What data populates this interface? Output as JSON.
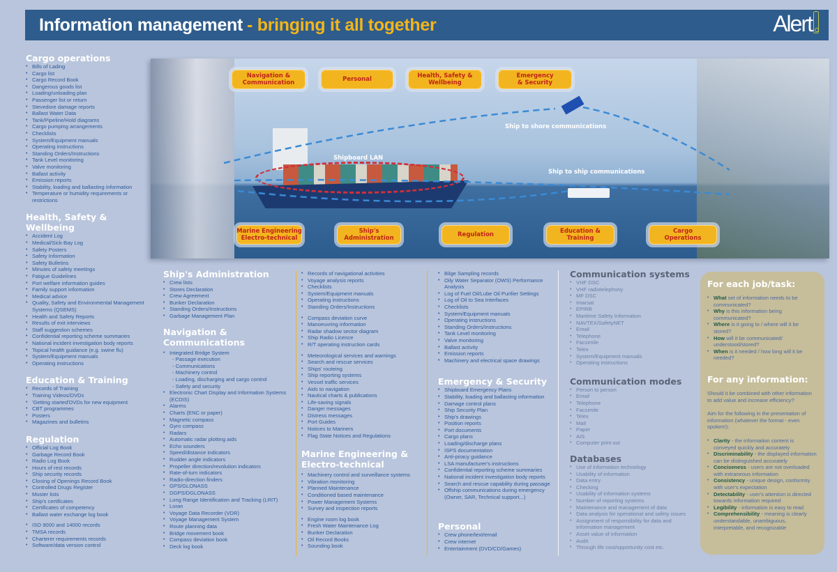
{
  "header": {
    "title": "Information management",
    "subtitle": "- bringing it all together",
    "logo": "Alert",
    "colors": {
      "banner": "#2e5c8c",
      "accent": "#f3b51a",
      "background": "#b9c5dc"
    }
  },
  "diagram": {
    "top_bubbles": [
      {
        "label": "Navigation &\nCommunication"
      },
      {
        "label": "Personal"
      },
      {
        "label": "Health, Safety &\nWellbeing"
      },
      {
        "label": "Emergency\n& Security"
      }
    ],
    "bottom_bubbles": [
      {
        "label": "Marine Engineering\nElectro-technical"
      },
      {
        "label": "Ship's\nAdministration"
      },
      {
        "label": "Regulation"
      },
      {
        "label": "Education &\nTraining"
      },
      {
        "label": "Cargo\nOperations"
      }
    ],
    "labels": {
      "lan": "Shipboard LAN",
      "shore": "Ship to shore communications",
      "ship": "Ship to ship communications"
    }
  },
  "sections": {
    "cargo": {
      "title": "Cargo operations",
      "items": [
        "Bills of Lading",
        "Cargo list",
        "Cargo Record Book",
        "Dangerous goods list",
        "Loading/unloading plan",
        "Passenger list or return",
        "Stevedore damage reports",
        "Ballast Water Data",
        "Tank/Pipeline/Hold diagrams",
        "Cargo pumping arrangements",
        "Checklists",
        "System/Equipment manuals",
        "Operating instructions",
        "Standing Orders/Instructions",
        "Tank Level monitoring",
        "Valve monitoring",
        "Ballast activity",
        "Emission reports",
        "Stability, loading and ballasting information",
        "Temperature or humidity requirements or restrictions"
      ]
    },
    "health": {
      "title": "Health, Safety & Wellbeing",
      "items": [
        "Accident Log",
        "Medical/Sick-Bay Log",
        "Safety Posters",
        "Safety Information",
        "Safety Bulletins",
        "Minutes of safety meetings",
        "Fatigue Guidelines",
        "Port welfare information guides",
        "Family support information",
        "Medical advice",
        "Quality, Safety and Environmental Management Systems (QSEMS)",
        "Health and Safety Reports",
        "Results of exit interviews",
        "Staff suggestion schemes",
        "Confidential reporting scheme summaries",
        "National incident investigation body reports",
        "Topical health guidance (e.g. swine flu)",
        "System/Equipment manuals",
        "Operating instructions"
      ]
    },
    "education": {
      "title": "Education & Training",
      "items": [
        "Records of Training",
        "Training Videos/DVDs",
        "'Getting started'DVDs for new equipment",
        "CBT programmes",
        "Posters",
        "Magazines and bulletins"
      ]
    },
    "regulation": {
      "title": "Regulation",
      "items": [
        "Official Log Book",
        "Garbage Record Book",
        "Radio Log Book",
        "Hours of rest records",
        "Ship security records",
        "Closing of Openings Record Book",
        "Controlled Drugs Register",
        "Muster lists",
        "Ship's certificates",
        "Certificates of competency",
        "Ballast water exchange log book"
      ],
      "items2": [
        "ISO 9000 and 14000 records",
        "TMSA records",
        "Charterer requirements records",
        "Software/data version control"
      ]
    },
    "admin": {
      "title": "Ship's Administration",
      "items": [
        "Crew lists",
        "Stores Declaration",
        "Crew Agreement",
        "Bunker Declaration",
        "Standing Orders/Instructions",
        "Garbage Management Plan"
      ]
    },
    "navigation": {
      "title": "Navigation & Communications",
      "items_head": "Integrated Bridge System",
      "subitems": [
        "- Passage execution",
        "- Communications",
        "- Machinery control",
        "- Loading, discharging and cargo control",
        "- Safety and security"
      ],
      "items": [
        "Electronic Chart Display and Information Systems (ECDIS)",
        "Alarms",
        "Charts (ENC or paper)",
        "Magnetic compass",
        "Gyro compass",
        "Radars",
        "Automatic radar plotting aids",
        "Echo sounders",
        "Speed/distance indicators",
        "Rudder angle indicators",
        "Propeller direction/revolution indicators",
        "Rate-of-turn indicators",
        "Radio-direction finders",
        "GPS/GLONASS",
        "DGPS/DGLONASS",
        "Long Range Identification and Tracking (LRIT)",
        "Loran",
        "Voyage Data Recorder (VDR)",
        "Voyage Management System",
        "Route planning data",
        "Bridge movement book",
        "Compass deviation book",
        "Deck log book"
      ],
      "items_col2a": [
        "Records of navigational activities",
        "Voyage analysis reports",
        "Checklists",
        "System/Equipment manuals",
        "Operating instructions",
        "Standing Orders/Instructions"
      ],
      "items_col2b": [
        "Compass deviation curve",
        "Manoeuvring information",
        "Radar shadow sector diagram",
        "Ship Radio Licence",
        "R/T operating instruction cards"
      ],
      "items_col2c": [
        "Meteorological services and warnings",
        "Search and rescue services",
        "Ships' routeing",
        "Ship reporting systems",
        "Vessel traffic services",
        "Aids to navigation",
        "Nautical charts & publications",
        "Life-saving signals",
        "Danger messages",
        "Distress messages",
        "Port Guides",
        "Notices to Mariners",
        "Flag State Notices and Regulations"
      ]
    },
    "marine": {
      "title": "Marine Engineering & Electro-technical",
      "items": [
        "Machinery control and surveillance systems",
        "Vibration monitoring",
        "Planned Maintenance",
        "Conditioned based maintenance",
        "Power Management Systems",
        "Survey and inspection reports"
      ],
      "items2": [
        "Engine room log book",
        "Fresh Water Maintenance Log",
        "Bunker Declaration",
        "Oil Record Books",
        "Sounding book"
      ],
      "items_cont": [
        "Bilge Sampling records",
        "Oily Water Separator (OWS) Performance Analysis",
        "Log of Fuel Oil/Lube Oil Purifier Settings",
        "Log of Oil to Sea Interfaces",
        "Checklists",
        "System/Equipment manuals",
        "Operating instructions",
        "Standing Orders/Instructions",
        "Tank Level monitoring",
        "Valve monitoring",
        "Ballast activity",
        "Emission reports",
        "Machinery and electrical space drawings"
      ]
    },
    "emergency": {
      "title": "Emergency & Security",
      "items": [
        "Shipboard Emergency Plans",
        "Stability, loading and ballasting information",
        "Damage control plans",
        "Ship Security Plan",
        "Ship's drawings",
        "Position reports",
        "Port documents",
        "Cargo plans",
        "Loading/discharge plans",
        "ISPS documentation",
        "Anti-piracy guidance",
        "LSA manufacturer's instructions",
        "Confidential reporting scheme summaries",
        "National incident investigation body reports",
        "Search and rescue capability during passage",
        "Offship communications during emergency (Owner, SAR, Technical support...)"
      ]
    },
    "personal": {
      "title": "Personal",
      "items": [
        "Crew phone/text/email",
        "Crew internet",
        "Entertainment (DVD/CD/Games)"
      ]
    },
    "comm_systems": {
      "title": "Communication systems",
      "items": [
        "VHF DSC",
        "VHF radiotelephony",
        "MF DSC",
        "Imarsat",
        "EPIRB",
        "Maritime Safety Information",
        "NAVTEX/SafetyNET",
        "Email",
        "Telephone",
        "Facsimile",
        "Telex",
        "System/Equipment manuals",
        "Operating instructions"
      ]
    },
    "comm_modes": {
      "title": "Communication modes",
      "items": [
        "Person to person",
        "Email",
        "Telephone",
        "Facsimile",
        "Telex",
        "Mail",
        "Paper",
        "AIS",
        "Computer print out"
      ]
    },
    "databases": {
      "title": "Databases",
      "items": [
        "Use of information technology",
        "Usability of information",
        "Data entry",
        "Checking",
        "Usability of information systems",
        "Number of reporting systems",
        "Maintenance and management of data",
        "Data analysis for operational and safety issues",
        "Assignment of responsibility for data and information management",
        "Asset value of information",
        "Audit",
        "Through life cost/opportunity cost etc."
      ]
    }
  },
  "side_card": {
    "title1": "For each job/task:",
    "questions": [
      {
        "key": "What",
        "rest": " set of information needs to be communicated?"
      },
      {
        "key": "Why",
        "rest": " is this information being communicated?"
      },
      {
        "key": "Where",
        "rest": " is it going to / where will it be stored?"
      },
      {
        "key": "How",
        "rest": " will it be communicated/ understood/stored?"
      },
      {
        "key": "When",
        "rest": " is it needed / how long will it be needed?"
      }
    ],
    "title2": "For any information:",
    "para1": "Should it be combined with other information to add value and increase efficiency?",
    "para2": "Aim for the following in the presentation of information (whatever the format - even spoken!):",
    "qualities": [
      {
        "key": "Clarity",
        "rest": " - the information content is conveyed quickly and accurately"
      },
      {
        "key": "Discriminability",
        "rest": " - the displayed information can be distinguished accurately"
      },
      {
        "key": "Conciseness",
        "rest": " - users are not overloaded with extraneous information"
      },
      {
        "key": "Consistency",
        "rest": " - unique design, conformity with user's expectation"
      },
      {
        "key": "Detectability",
        "rest": " - user's attention is directed towards information required"
      },
      {
        "key": "Legibility",
        "rest": " - information is easy to read"
      },
      {
        "key": "Comprehensibility",
        "rest": " - meaning is clearly understandable, unambiguous, interpretable, and recognizable"
      }
    ]
  }
}
